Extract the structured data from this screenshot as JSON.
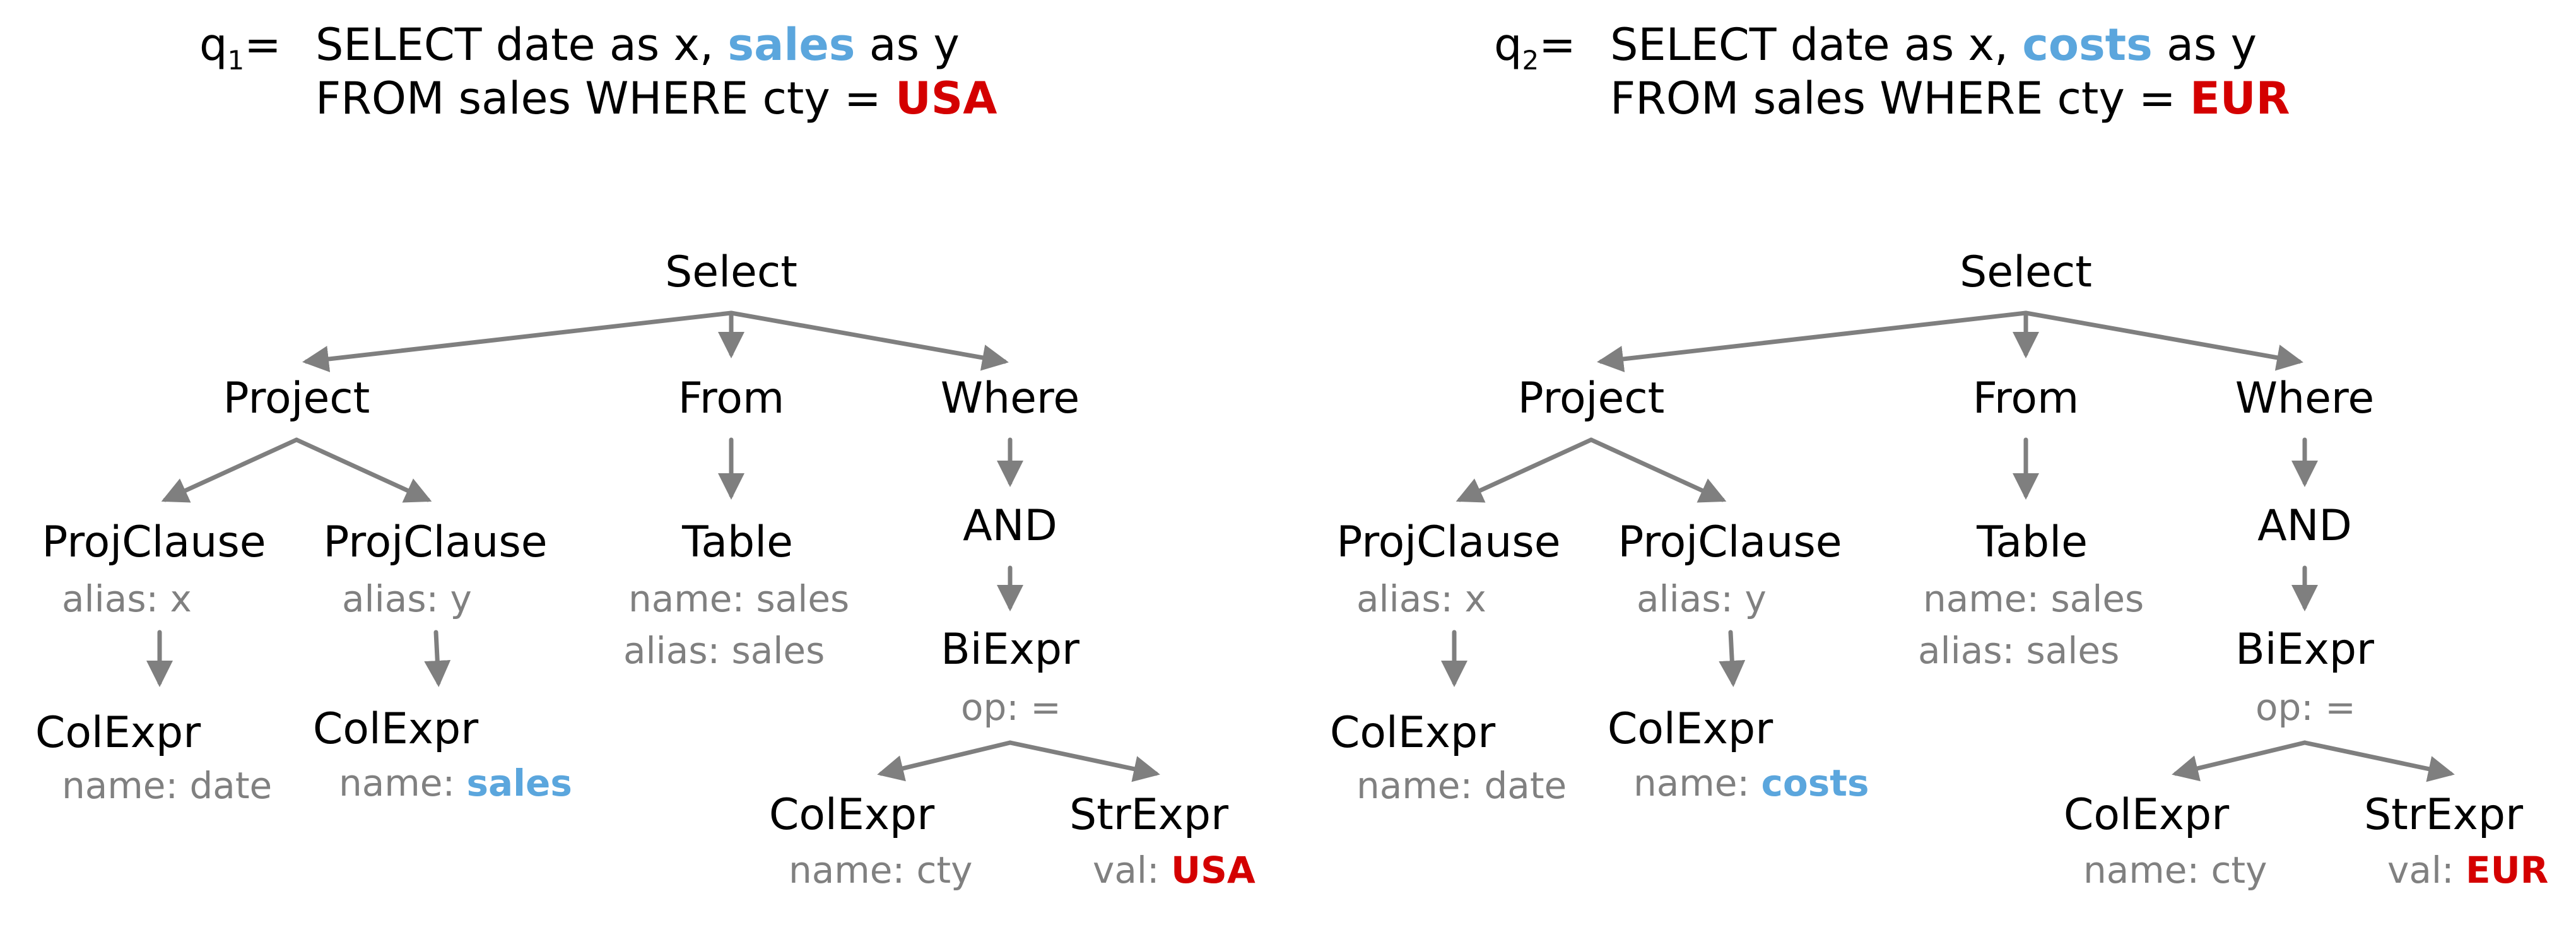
{
  "colors": {
    "highlight_blue": "#5ba6dd",
    "highlight_red": "#d40000",
    "edge_gray": "#7f7f7f",
    "attr_gray": "#808080"
  },
  "queries": [
    {
      "label_base": "q",
      "label_sub": "1",
      "label_eq": "=",
      "line1": {
        "pre": "SELECT date as x, ",
        "highlight": "sales",
        "post": " as y"
      },
      "line2": {
        "pre": "FROM sales WHERE cty = ",
        "highlight": "USA"
      },
      "tree": {
        "select": "Select",
        "project": "Project",
        "from": "From",
        "where": "Where",
        "projclause1": "ProjClause",
        "alias1": "alias: x",
        "projclause2": "ProjClause",
        "alias2": "alias: y",
        "colexpr1": "ColExpr",
        "colexpr1_name": "name: date",
        "colexpr2": "ColExpr",
        "colexpr2_name_pre": "name: ",
        "colexpr2_name_val": "sales",
        "table": "Table",
        "table_name": "name: sales",
        "table_alias": "alias: sales",
        "and": "AND",
        "biexpr": "BiExpr",
        "biexpr_op": "op: =",
        "colexpr3": "ColExpr",
        "colexpr3_name": "name: cty",
        "strexpr": "StrExpr",
        "strexpr_val_pre": "val: ",
        "strexpr_val": "USA"
      }
    },
    {
      "label_base": "q",
      "label_sub": "2",
      "label_eq": "=",
      "line1": {
        "pre": "SELECT date as x, ",
        "highlight": "costs",
        "post": " as y"
      },
      "line2": {
        "pre": "FROM sales WHERE cty = ",
        "highlight": "EUR"
      },
      "tree": {
        "select": "Select",
        "project": "Project",
        "from": "From",
        "where": "Where",
        "projclause1": "ProjClause",
        "alias1": "alias: x",
        "projclause2": "ProjClause",
        "alias2": "alias: y",
        "colexpr1": "ColExpr",
        "colexpr1_name": "name: date",
        "colexpr2": "ColExpr",
        "colexpr2_name_pre": "name: ",
        "colexpr2_name_val": "costs",
        "table": "Table",
        "table_name": "name: sales",
        "table_alias": "alias: sales",
        "and": "AND",
        "biexpr": "BiExpr",
        "biexpr_op": "op: =",
        "colexpr3": "ColExpr",
        "colexpr3_name": "name: cty",
        "strexpr": "StrExpr",
        "strexpr_val_pre": "val: ",
        "strexpr_val": "EUR"
      }
    }
  ]
}
